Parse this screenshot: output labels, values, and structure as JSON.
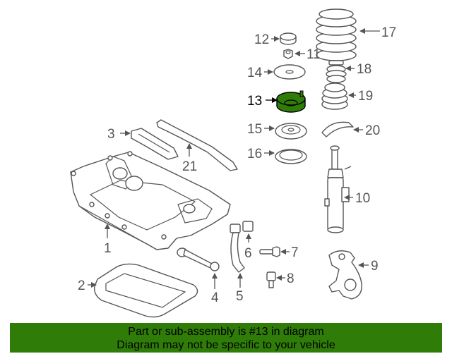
{
  "highlight_color": "#2f7d08",
  "diagram": {
    "highlighted_part": "13",
    "callouts": {
      "c1": "1",
      "c2": "2",
      "c3": "3",
      "c4": "4",
      "c5": "5",
      "c6": "6",
      "c7": "7",
      "c8": "8",
      "c9": "9",
      "c10": "10",
      "c11": "11",
      "c12": "12",
      "c13": "13",
      "c14": "14",
      "c15": "15",
      "c16": "16",
      "c17": "17",
      "c18": "18",
      "c19": "19",
      "c20": "20",
      "c21": "21"
    }
  },
  "banner": {
    "line1": "Part or sub-assembly is #13 in diagram",
    "line2": "Diagram may not be specific to your vehicle"
  }
}
